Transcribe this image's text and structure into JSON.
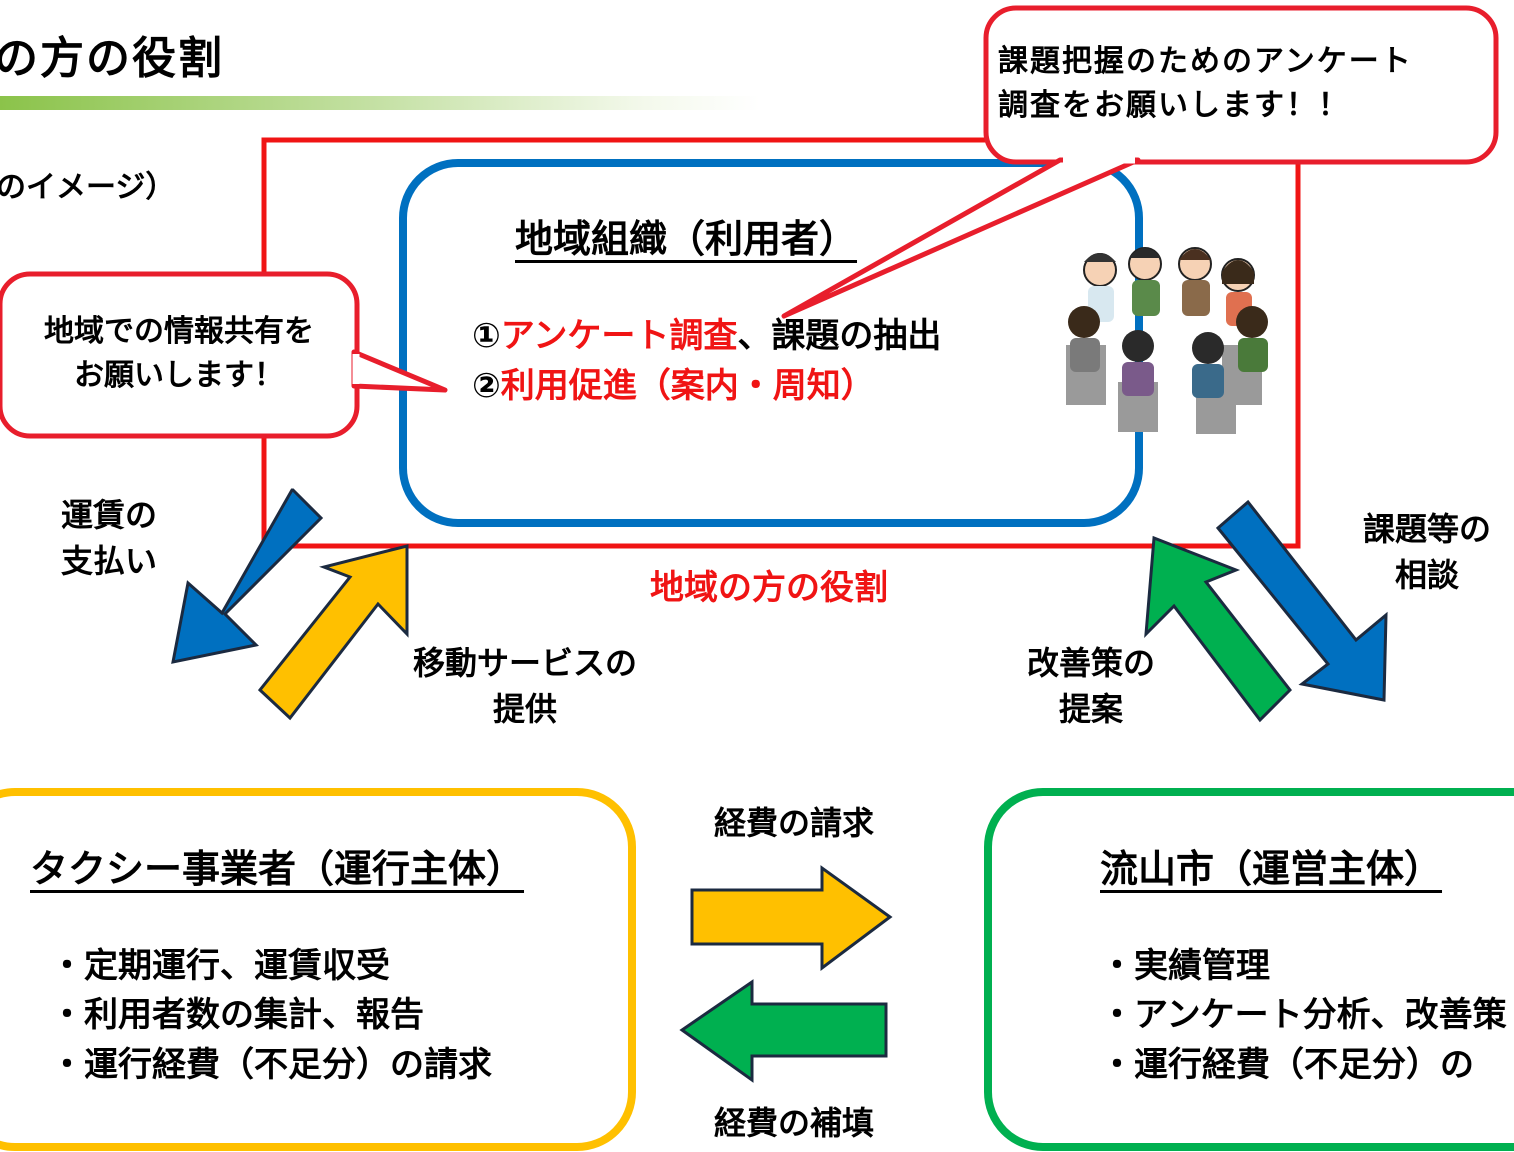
{
  "page": {
    "title": "の方の役割",
    "subtitle": "のイメージ）"
  },
  "region_box": {
    "role_label": "地域の方の役割"
  },
  "community_box": {
    "heading": "地域組織（利用者）",
    "item1_prefix": "①",
    "item1_red": "アンケート調査",
    "item1_rest": "、課題の抽出",
    "item2_prefix": "②",
    "item2_red": "利用促進（案内・周知）"
  },
  "callouts": {
    "left_line1": "地域での情報共有を",
    "left_line2": "お願いします！",
    "top_line1": "課題把握のためのアンケート",
    "top_line2": "調査をお願いします！！"
  },
  "arrows": {
    "fare_payment_line1": "運賃の",
    "fare_payment_line2": "支払い",
    "service_line1": "移動サービスの",
    "service_line2": "提供",
    "improvement_line1": "改善策の",
    "improvement_line2": "提案",
    "consult_line1": "課題等の",
    "consult_line2": "相談",
    "expense_claim": "経費の請求",
    "expense_compensation": "経費の補填"
  },
  "taxi_box": {
    "heading": "タクシー事業者（運行主体）",
    "items": [
      "・定期運行、運賃収受",
      "・利用者数の集計、報告",
      "・運行経費（不足分）の請求"
    ]
  },
  "city_box": {
    "heading": "流山市（運営主体）",
    "items": [
      "・実績管理",
      "・アンケート分析、改善策",
      "・運行経費（不足分）の"
    ]
  },
  "colors": {
    "red": "#f01414",
    "blue": "#0070c0",
    "yellow": "#ffc000",
    "green": "#00b050"
  }
}
